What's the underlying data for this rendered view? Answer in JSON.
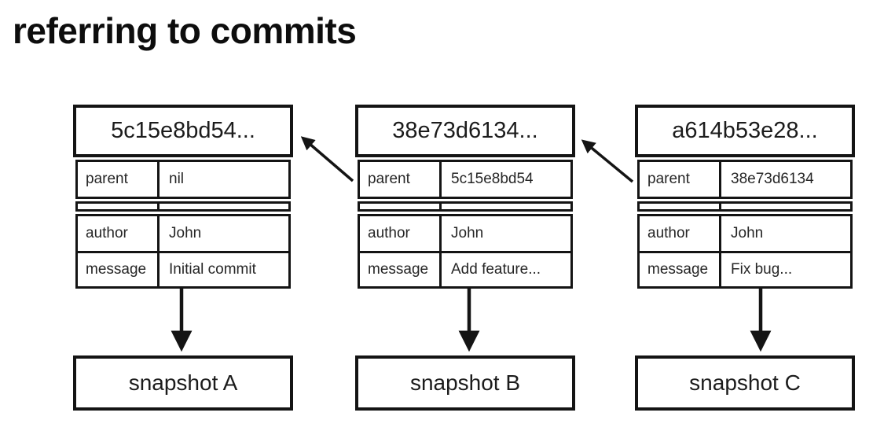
{
  "title": "referring to commits",
  "colors": {
    "ink": "#141414",
    "background": "#ffffff"
  },
  "commits": [
    {
      "hash": "5c15e8bd54...",
      "fields": [
        {
          "label": "parent",
          "value": "nil"
        },
        {
          "label": "author",
          "value": "John"
        },
        {
          "label": "message",
          "value": "Initial commit"
        }
      ],
      "snapshot": "snapshot A"
    },
    {
      "hash": "38e73d6134...",
      "fields": [
        {
          "label": "parent",
          "value": "5c15e8bd54"
        },
        {
          "label": "author",
          "value": "John"
        },
        {
          "label": "message",
          "value": "Add feature..."
        }
      ],
      "snapshot": "snapshot B"
    },
    {
      "hash": "a614b53e28...",
      "fields": [
        {
          "label": "parent",
          "value": "38e73d6134"
        },
        {
          "label": "author",
          "value": "John"
        },
        {
          "label": "message",
          "value": "Fix bug..."
        }
      ],
      "snapshot": "snapshot C"
    }
  ]
}
